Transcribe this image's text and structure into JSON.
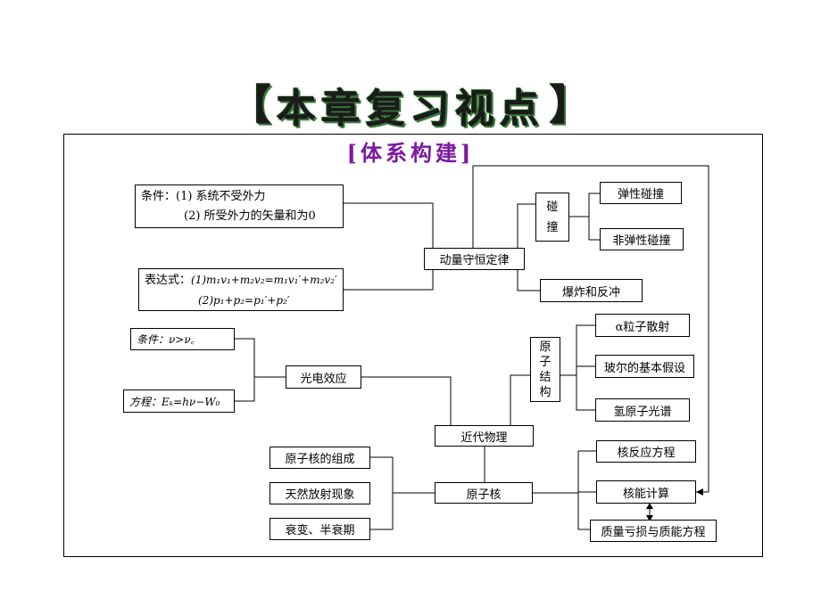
{
  "header": {
    "title": "本章复习视点",
    "bracket_left": "【",
    "bracket_right": "】",
    "subtitle": "[体系构建]"
  },
  "momentum": {
    "center": "动量守恒定律",
    "conditions_line1": "条件：(1) 系统不受外力",
    "conditions_line2": "(2) 所受外力的矢量和为0",
    "expr_label": "表达式：",
    "expr_line1": "(1)m₁v₁+m₂v₂=m₁v₁′+m₂v₂′",
    "expr_line2": "(2)p₁+p₂=p₁′+p₂′",
    "collision_chars": [
      "碰",
      "撞"
    ],
    "elastic": "弹性碰撞",
    "inelastic": "非弹性碰撞",
    "explosion": "爆炸和反冲"
  },
  "photoelectric": {
    "center": "光电效应",
    "condition": "条件：ν>ν꜀",
    "equation": "方程：Eₖ=hν−W₀"
  },
  "root": {
    "label": "近代物理"
  },
  "atom_structure": {
    "chars": [
      "原",
      "子",
      "结",
      "构"
    ],
    "items": [
      "α粒子散射",
      "玻尔的基本假设",
      "氢原子光谱"
    ]
  },
  "nucleus": {
    "center": "原子核",
    "left_items": [
      "原子核的组成",
      "天然放射现象",
      "衰变、半衰期"
    ],
    "right_items": [
      "核反应方程",
      "核能计算",
      "质量亏损与质能方程"
    ]
  }
}
